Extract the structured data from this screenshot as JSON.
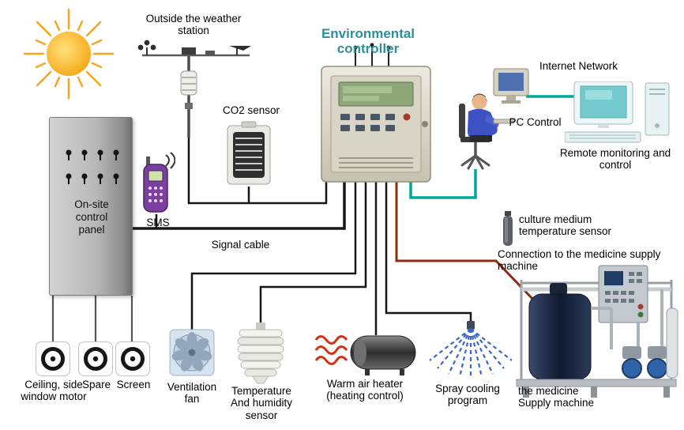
{
  "title": {
    "text": "Environmental controller"
  },
  "labels": {
    "weather_station": "Outside the weather station",
    "co2_sensor": "CO2 sensor",
    "internet": "Internet Network",
    "pc_control": "PC Control",
    "remote_monitoring": "Remote monitoring and control",
    "onsite_panel": "On-site control panel",
    "sms": "SMS",
    "signal_cable": "Signal cable",
    "culture_sensor": "culture medium temperature sensor",
    "medicine_connection": "Connection to the medicine supply machine",
    "ceiling_motor": "Ceiling, side window motor",
    "spare": "Spare",
    "screen": "Screen",
    "ventilation_fan": "Ventilation fan",
    "temp_humidity": "Temperature And humidity sensor",
    "warm_air_heater": "Warm air heater (heating control)",
    "spray_cooling": "Spray cooling program",
    "medicine_machine": "the medicine Supply machine"
  },
  "colors": {
    "title_teal": "#2b8f9c",
    "cable_black": "#161616",
    "cable_teal": "#00a79b",
    "cable_red": "#8a2c12",
    "label_text": "#000000"
  }
}
